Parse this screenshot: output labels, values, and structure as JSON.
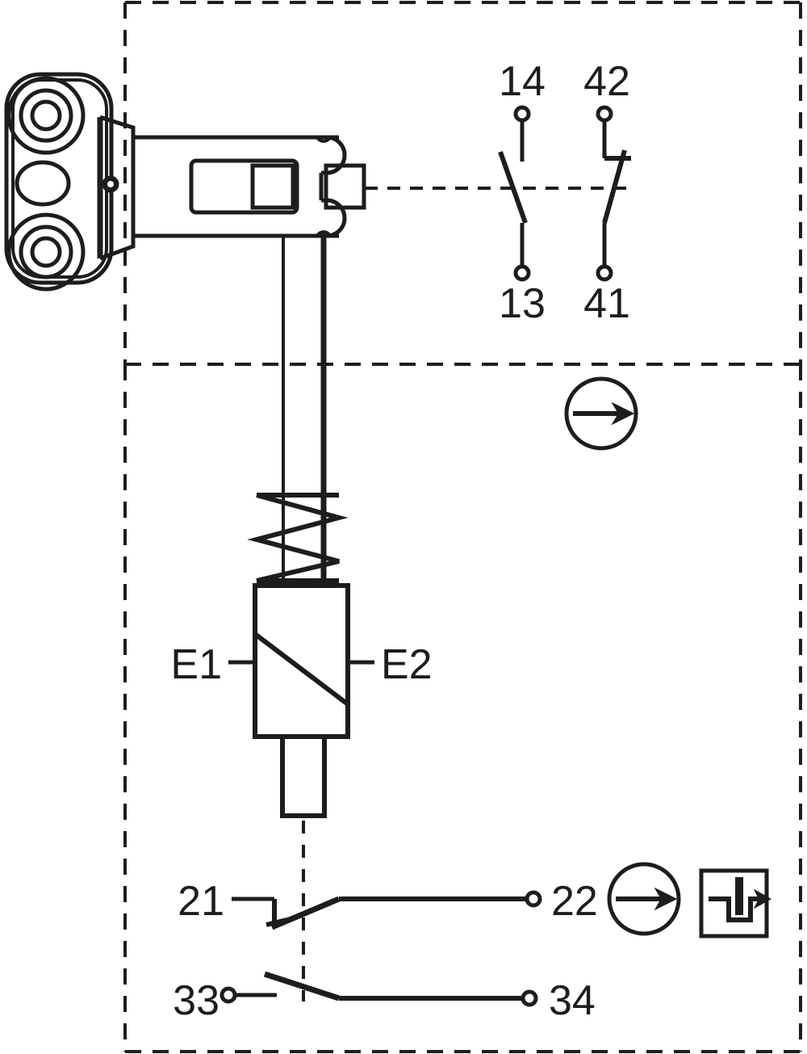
{
  "diagram": {
    "title": "Safety switch with solenoid interlock — circuit diagram",
    "stroke_color": "#1d1d1b",
    "background_color": "#ffffff",
    "line_width": 5,
    "enclosures": [
      {
        "name": "upper-enclosure",
        "label": ""
      },
      {
        "name": "lower-enclosure",
        "label": ""
      }
    ]
  },
  "contacts": {
    "upper": [
      {
        "id": "contact-13-14",
        "top_terminal": "14",
        "bottom_terminal": "13",
        "type": "normally-open"
      },
      {
        "id": "contact-41-42",
        "top_terminal": "42",
        "bottom_terminal": "41",
        "type": "normally-closed-positive-opening"
      }
    ],
    "lower": [
      {
        "id": "contact-21-22",
        "left_terminal": "21",
        "right_terminal": "22",
        "type": "normally-closed-positive-opening"
      },
      {
        "id": "contact-33-34",
        "left_terminal": "33",
        "right_terminal": "34",
        "type": "normally-open"
      }
    ]
  },
  "coil": {
    "left_terminal": "E1",
    "right_terminal": "E2",
    "type": "solenoid-electromagnet"
  },
  "symbols": {
    "direction_arrow_top": "→",
    "direction_arrow_bottom": "→",
    "positive_opening": "positive-opening-operation"
  }
}
